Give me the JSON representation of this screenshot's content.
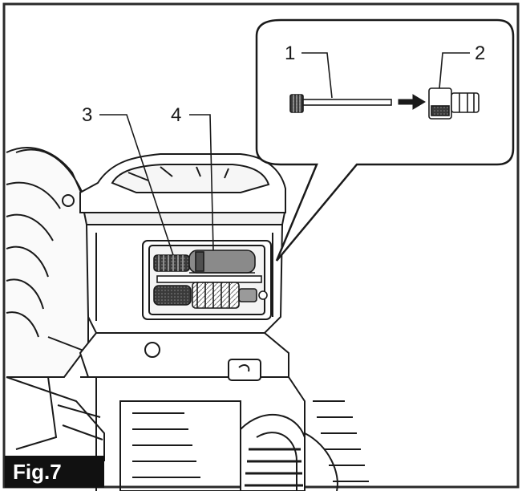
{
  "figure_label": "Fig.7",
  "callouts": {
    "c1": "1",
    "c2": "2",
    "c3": "3",
    "c4": "4"
  },
  "colors": {
    "line": "#1a1a1a",
    "frame": "#2a2a2a",
    "background": "#ffffff",
    "label_bg": "#111111",
    "label_text": "#ffffff"
  }
}
